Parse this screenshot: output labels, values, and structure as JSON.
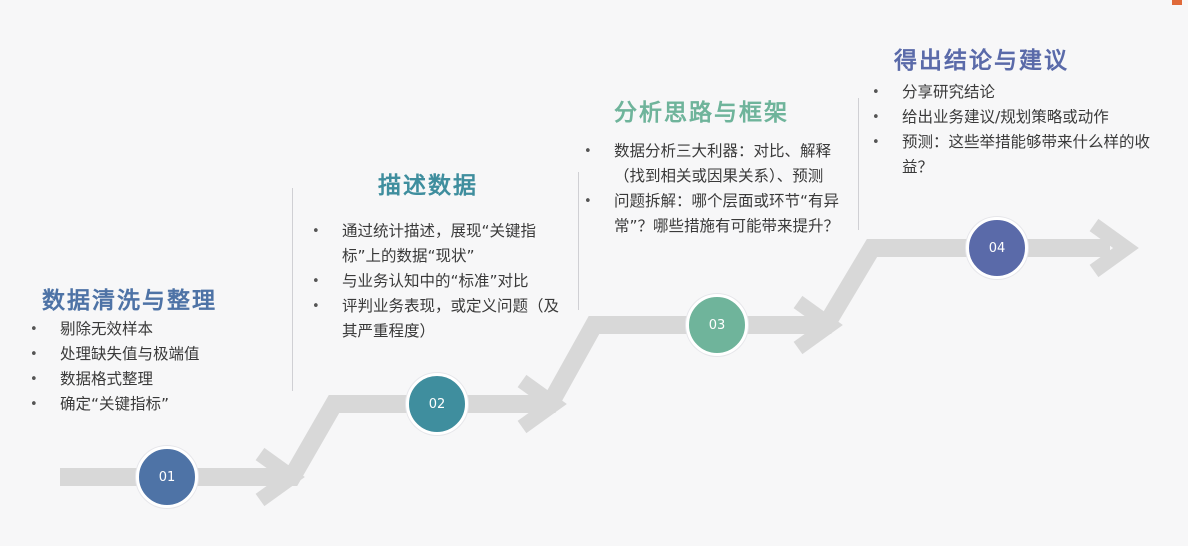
{
  "colors": {
    "path": "#d8d8d8",
    "step1": "#4e73a6",
    "step2": "#3f8e9e",
    "step3": "#6fb49b",
    "step4": "#5a6aa9",
    "title1": "#4e73a6",
    "title2": "#3f8e9e",
    "title3": "#6fb49b",
    "title4": "#5a6aa9"
  },
  "steps": [
    {
      "number": "01",
      "title": "数据清洗与整理",
      "items": [
        "剔除无效样本",
        "处理缺失值与极端值",
        "数据格式整理",
        "确定“关键指标”"
      ]
    },
    {
      "number": "02",
      "title": "描述数据",
      "items": [
        "通过统计描述，展现“关键指标”上的数据“现状”",
        "与业务认知中的“标准”对比",
        "评判业务表现，或定义问题（及其严重程度）"
      ]
    },
    {
      "number": "03",
      "title": "分析思路与框架",
      "items": [
        "数据分析三大利器：对比、解释（找到相关或因果关系）、预测",
        "问题拆解：哪个层面或环节“有异常”？哪些措施有可能带来提升？"
      ]
    },
    {
      "number": "04",
      "title": "得出结论与建议",
      "items": [
        "分享研究结论",
        "给出业务建议/规划策略或动作",
        "预测：这些举措能够带来什么样的收益？"
      ]
    }
  ]
}
